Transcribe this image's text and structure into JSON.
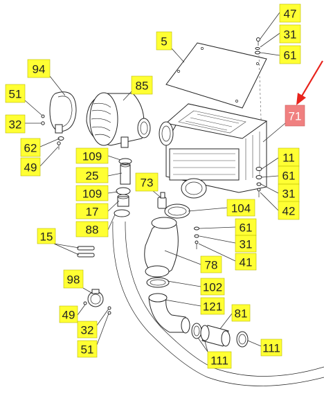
{
  "diagram": {
    "accent_color": "#ffff33",
    "highlight_color": "#f08080",
    "arrow_color": "#e8231c",
    "callouts": [
      {
        "id": "c47",
        "label": "47"
      },
      {
        "id": "c31a",
        "label": "31"
      },
      {
        "id": "c5",
        "label": "5"
      },
      {
        "id": "c61a",
        "label": "61"
      },
      {
        "id": "c94",
        "label": "94"
      },
      {
        "id": "c85",
        "label": "85"
      },
      {
        "id": "c71",
        "label": "71",
        "highlighted": true
      },
      {
        "id": "c51a",
        "label": "51"
      },
      {
        "id": "c32a",
        "label": "32"
      },
      {
        "id": "c62",
        "label": "62"
      },
      {
        "id": "c49a",
        "label": "49"
      },
      {
        "id": "c109a",
        "label": "109"
      },
      {
        "id": "c25",
        "label": "25"
      },
      {
        "id": "c109b",
        "label": "109"
      },
      {
        "id": "c17",
        "label": "17"
      },
      {
        "id": "c88",
        "label": "88"
      },
      {
        "id": "c73",
        "label": "73"
      },
      {
        "id": "c11",
        "label": "11"
      },
      {
        "id": "c61b",
        "label": "61"
      },
      {
        "id": "c31b",
        "label": "31"
      },
      {
        "id": "c42",
        "label": "42"
      },
      {
        "id": "c104",
        "label": "104"
      },
      {
        "id": "c61c",
        "label": "61"
      },
      {
        "id": "c31c",
        "label": "31"
      },
      {
        "id": "c41",
        "label": "41"
      },
      {
        "id": "c15",
        "label": "15"
      },
      {
        "id": "c78",
        "label": "78"
      },
      {
        "id": "c98",
        "label": "98"
      },
      {
        "id": "c102",
        "label": "102"
      },
      {
        "id": "c121",
        "label": "121"
      },
      {
        "id": "c49b",
        "label": "49"
      },
      {
        "id": "c81",
        "label": "81"
      },
      {
        "id": "c32b",
        "label": "32"
      },
      {
        "id": "c51b",
        "label": "51"
      },
      {
        "id": "c111a",
        "label": "111"
      },
      {
        "id": "c111b",
        "label": "111"
      }
    ]
  }
}
